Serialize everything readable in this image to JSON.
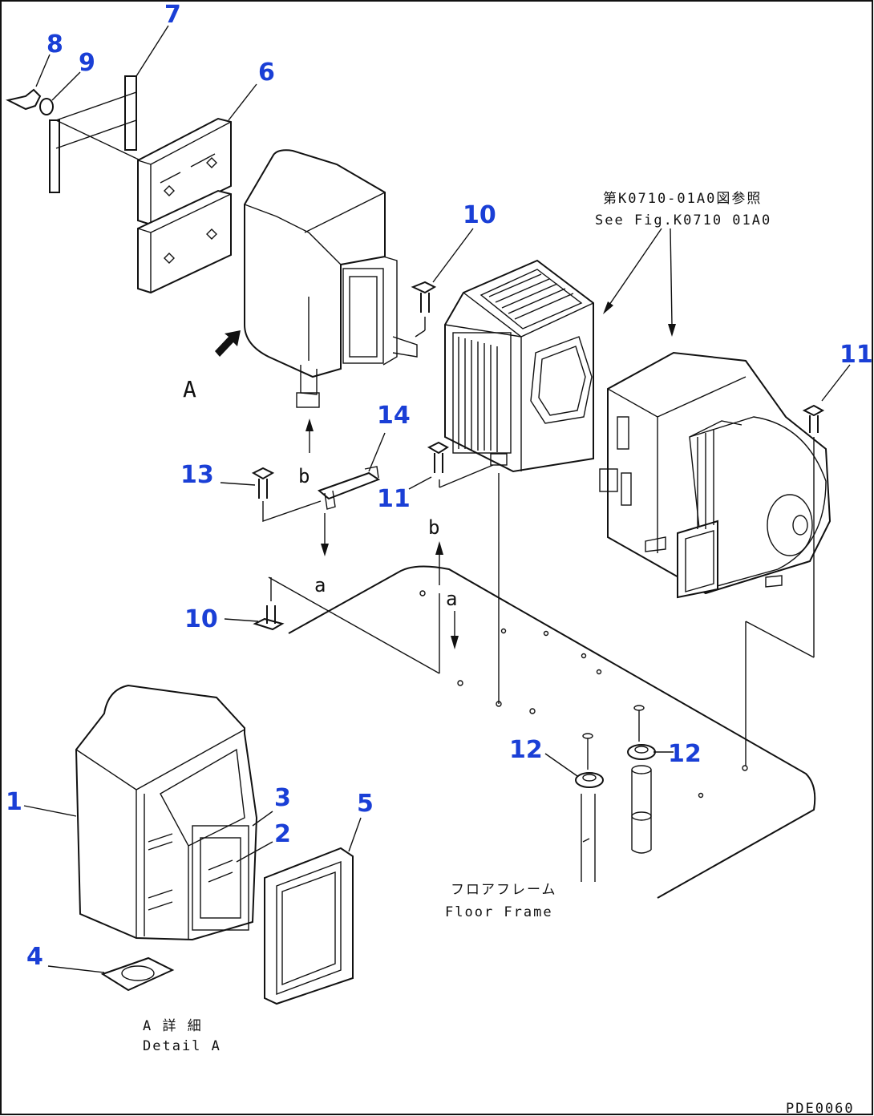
{
  "parts": [
    {
      "num": "1",
      "name": "heater-case"
    },
    {
      "num": "2",
      "name": "grille"
    },
    {
      "num": "3",
      "name": "panel"
    },
    {
      "num": "4",
      "name": "gasket"
    },
    {
      "num": "5",
      "name": "filter-frame"
    },
    {
      "num": "6",
      "name": "filter-element"
    },
    {
      "num": "7",
      "name": "bar"
    },
    {
      "num": "8",
      "name": "wing-nut"
    },
    {
      "num": "9",
      "name": "washer"
    },
    {
      "num": "10",
      "name": "bolt"
    },
    {
      "num": "11",
      "name": "bolt"
    },
    {
      "num": "12",
      "name": "grommet"
    },
    {
      "num": "13",
      "name": "bolt"
    },
    {
      "num": "14",
      "name": "bracket"
    }
  ],
  "annotations": {
    "see_fig_jp": "第K0710-01A0図参照",
    "see_fig_en": "See Fig.K0710 01A0",
    "floor_frame_jp": "フロアフレーム",
    "floor_frame_en": "Floor Frame",
    "detail_jp": "A 詳 細",
    "detail_en": "Detail A",
    "view_a": "A",
    "ref_a": "a",
    "ref_b": "b",
    "drawing_code": "PDE0060"
  }
}
